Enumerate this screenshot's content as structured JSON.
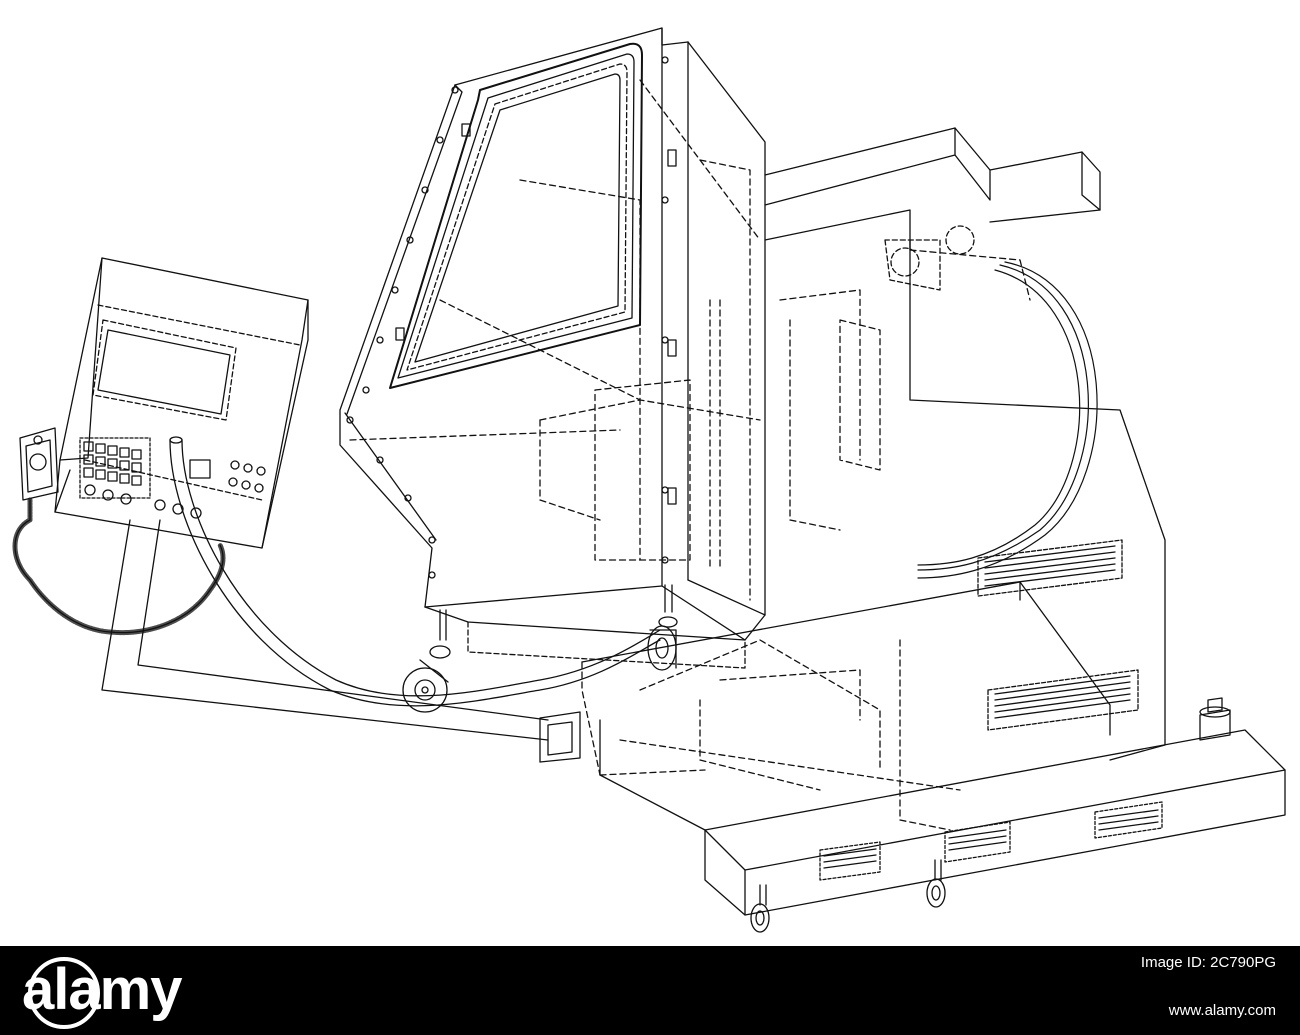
{
  "colors": {
    "line": "#111111",
    "background": "#ffffff",
    "footer": "#000000",
    "footer_text": "#ffffff"
  },
  "footer": {
    "logo_text": "alamy",
    "image_id_label": "Image ID: 2C790PG",
    "image_id": "",
    "site_url": "www.alamy.com"
  }
}
